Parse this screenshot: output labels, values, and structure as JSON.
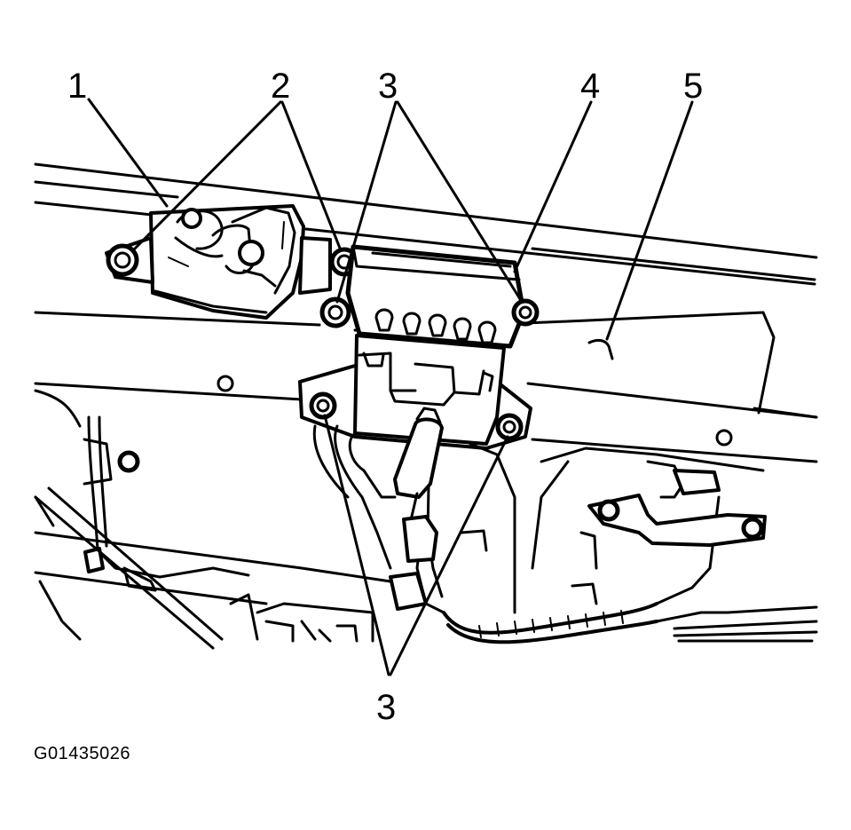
{
  "figure_id": "G01435026",
  "callouts": {
    "c1": "1",
    "c2": "2",
    "c3_top": "3",
    "c4": "4",
    "c5": "5",
    "c3_bottom": "3"
  }
}
